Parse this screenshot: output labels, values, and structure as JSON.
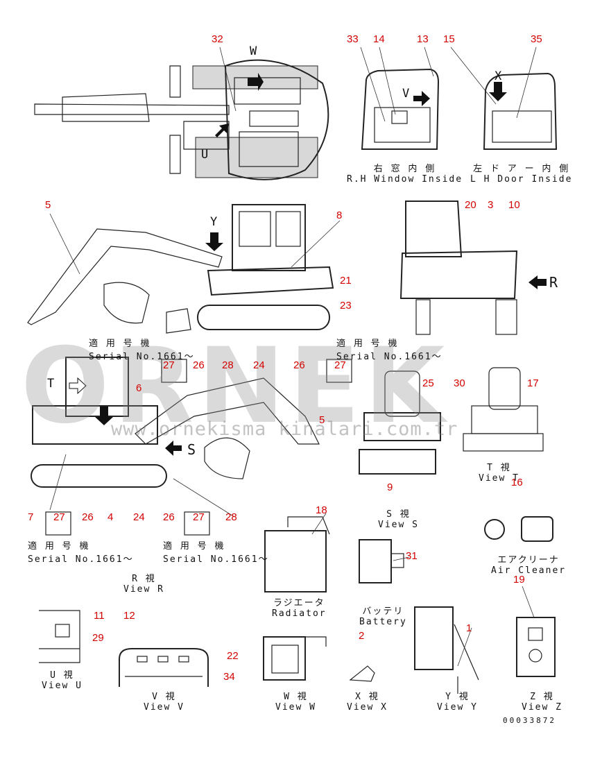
{
  "callouts": {
    "c32": "32",
    "c33": "33",
    "c14": "14",
    "c13": "13",
    "c15": "15",
    "c35": "35",
    "c5a": "5",
    "c8": "8",
    "c20": "20",
    "c3": "3",
    "c10": "10",
    "c21": "21",
    "c23": "23",
    "c27a": "27",
    "c26a": "26",
    "c28a": "28",
    "c24a": "24",
    "c26b": "26",
    "c27b": "27",
    "c6": "6",
    "c5b": "5",
    "c25": "25",
    "c30": "30",
    "c17": "17",
    "c9": "9",
    "c16": "16",
    "c7": "7",
    "c27c": "27",
    "c26c": "26",
    "c4": "4",
    "c24b": "24",
    "c26d": "26",
    "c27d": "27",
    "c28b": "28",
    "c18": "18",
    "c31": "31",
    "c19": "19",
    "c11": "11",
    "c12": "12",
    "c29": "29",
    "c22": "22",
    "c34": "34",
    "c2": "2",
    "c1": "1"
  },
  "view_letters": {
    "W": "W",
    "U": "U",
    "V": "V",
    "X": "X",
    "Y": "Y",
    "R": "R",
    "T": "T",
    "S": "S"
  },
  "labels": {
    "rh_window_jp": "右 窓 内 側",
    "rh_window_en": "R.H  Window Inside",
    "lh_door_jp": "左 ド ア ー 内 側",
    "lh_door_en": "L H  Door Inside",
    "serial_jp": "適 用 号 機",
    "serial_en": "Serial No.1661～",
    "view_t_jp": "T  視",
    "view_t_en": "View T",
    "view_s_jp": "S  視",
    "view_s_en": "View S",
    "view_r_jp": "R  視",
    "view_r_en": "View R",
    "air_cleaner_jp": "エアクリーナ",
    "air_cleaner_en": "Air Cleaner",
    "radiator_jp": "ラジエータ",
    "radiator_en": "Radiator",
    "battery_jp": "バッテリ",
    "battery_en": "Battery",
    "view_u_jp": "U  視",
    "view_u_en": "View U",
    "view_v_jp": "V  視",
    "view_v_en": "View V",
    "view_w_jp": "W  視",
    "view_w_en": "View W",
    "view_x_jp": "X  視",
    "view_x_en": "View X",
    "view_y_jp": "Y  視",
    "view_y_en": "View Y",
    "view_z_jp": "Z  視",
    "view_z_en": "View Z",
    "drawing_no": "00033872"
  },
  "watermark": {
    "brand": "ORNEK",
    "url": "www.ornekisma kinalari.com.tr"
  },
  "colors": {
    "callout": "#d40000",
    "line": "#222222",
    "watermark": "#8c8c8c"
  }
}
